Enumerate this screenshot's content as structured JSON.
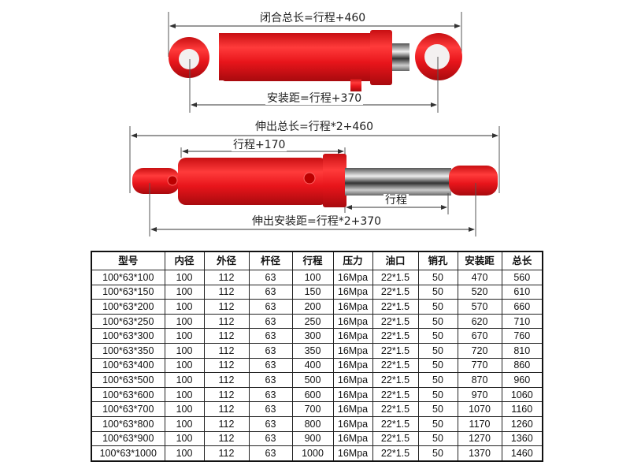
{
  "diagram": {
    "closed_total_length": "闭合总长=行程+460",
    "closed_mount_distance": "安装距=行程+370",
    "extended_total_length": "伸出总长=行程*2+460",
    "stroke_plus_170": "行程+170",
    "stroke": "行程",
    "extended_mount_distance": "伸出安装距=行程*2+370"
  },
  "colors": {
    "cylinder_red": "#e8151b",
    "rod_chrome": "#9aa3ad"
  },
  "table": {
    "headers": [
      "型号",
      "内径",
      "外径",
      "杆径",
      "行程",
      "压力",
      "油口",
      "销孔",
      "安装距",
      "总长"
    ],
    "rows": [
      [
        "100*63*100",
        "100",
        "112",
        "63",
        "100",
        "16Mpa",
        "22*1.5",
        "50",
        "470",
        "560"
      ],
      [
        "100*63*150",
        "100",
        "112",
        "63",
        "150",
        "16Mpa",
        "22*1.5",
        "50",
        "520",
        "610"
      ],
      [
        "100*63*200",
        "100",
        "112",
        "63",
        "200",
        "16Mpa",
        "22*1.5",
        "50",
        "570",
        "660"
      ],
      [
        "100*63*250",
        "100",
        "112",
        "63",
        "250",
        "16Mpa",
        "22*1.5",
        "50",
        "620",
        "710"
      ],
      [
        "100*63*300",
        "100",
        "112",
        "63",
        "300",
        "16Mpa",
        "22*1.5",
        "50",
        "670",
        "760"
      ],
      [
        "100*63*350",
        "100",
        "112",
        "63",
        "350",
        "16Mpa",
        "22*1.5",
        "50",
        "720",
        "810"
      ],
      [
        "100*63*400",
        "100",
        "112",
        "63",
        "400",
        "16Mpa",
        "22*1.5",
        "50",
        "770",
        "860"
      ],
      [
        "100*63*500",
        "100",
        "112",
        "63",
        "500",
        "16Mpa",
        "22*1.5",
        "50",
        "870",
        "960"
      ],
      [
        "100*63*600",
        "100",
        "112",
        "63",
        "600",
        "16Mpa",
        "22*1.5",
        "50",
        "970",
        "1060"
      ],
      [
        "100*63*700",
        "100",
        "112",
        "63",
        "700",
        "16Mpa",
        "22*1.5",
        "50",
        "1070",
        "1160"
      ],
      [
        "100*63*800",
        "100",
        "112",
        "63",
        "800",
        "16Mpa",
        "22*1.5",
        "50",
        "1170",
        "1260"
      ],
      [
        "100*63*900",
        "100",
        "112",
        "63",
        "900",
        "16Mpa",
        "22*1.5",
        "50",
        "1270",
        "1360"
      ],
      [
        "100*63*1000",
        "100",
        "112",
        "63",
        "1000",
        "16Mpa",
        "22*1.5",
        "50",
        "1370",
        "1460"
      ]
    ]
  }
}
